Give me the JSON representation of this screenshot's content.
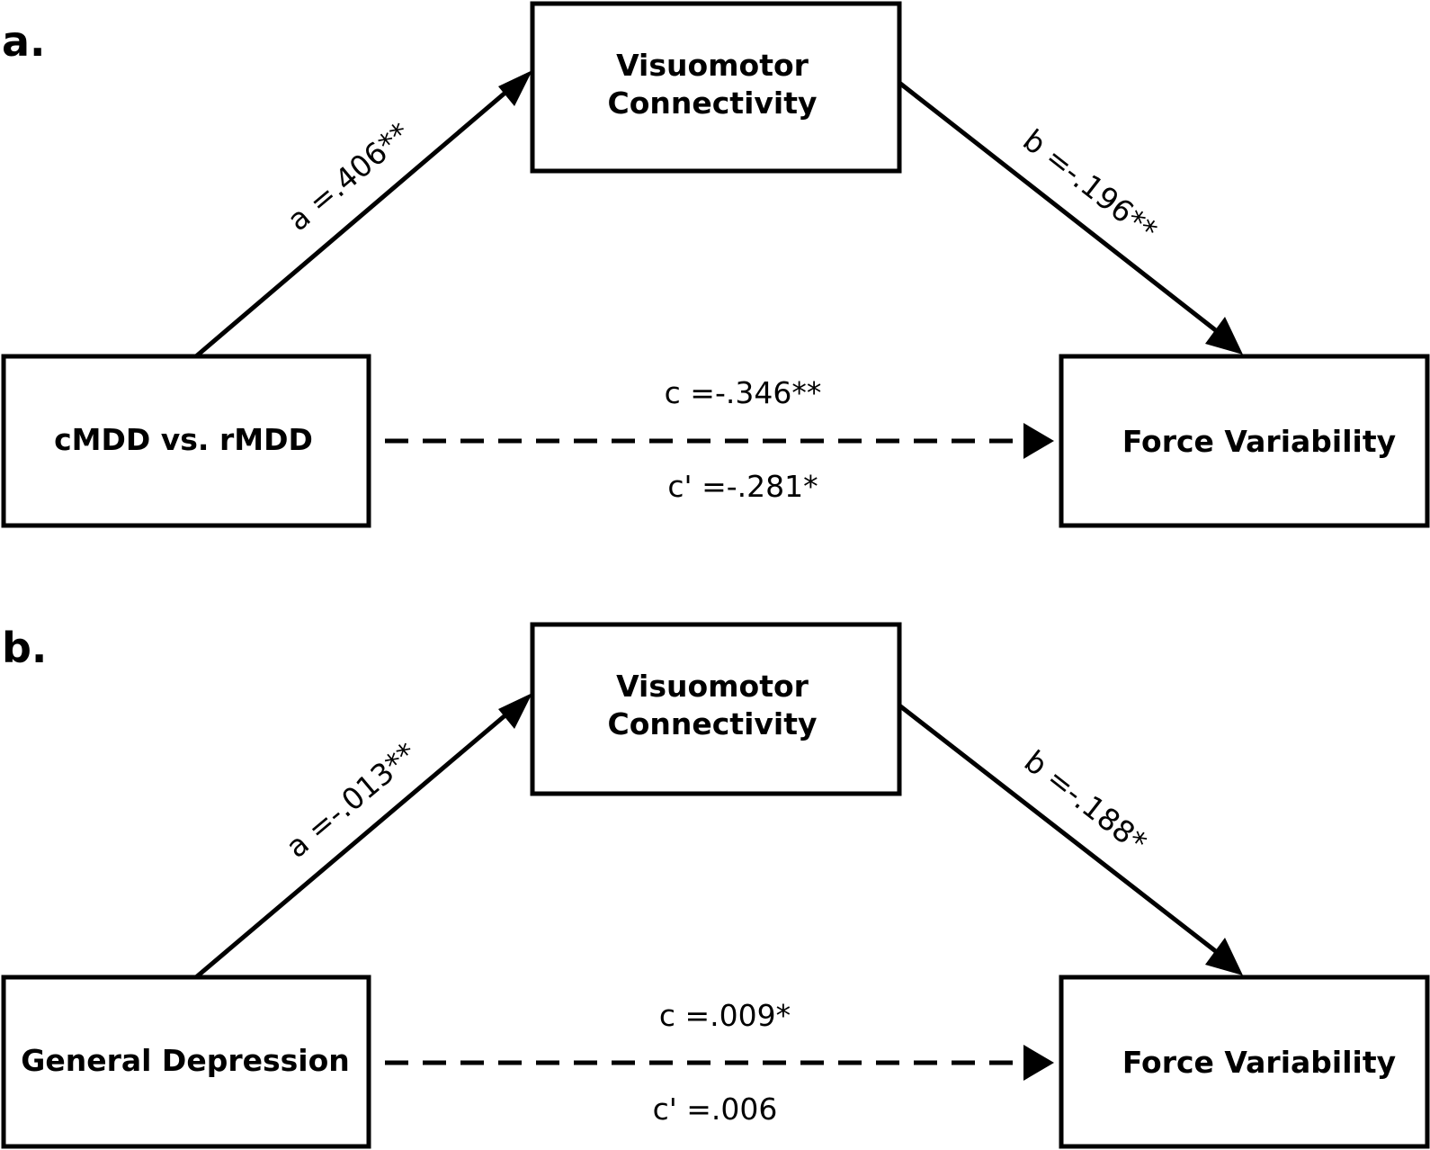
{
  "panels": [
    {
      "label": "a.",
      "nodes": {
        "mediator": [
          "Visuomotor",
          "Connectivity"
        ],
        "predictor": "cMDD vs. rMDD",
        "outcome": "Force Variability"
      },
      "paths": {
        "a": "a =.406**",
        "b": "b =-.196**",
        "c": "c =-.346**",
        "c_prime": "c' =-.281*"
      }
    },
    {
      "label": "b.",
      "nodes": {
        "mediator": [
          "Visuomotor",
          "Connectivity"
        ],
        "predictor": "General Depression",
        "outcome": "Force Variability"
      },
      "paths": {
        "a": "a =-.013**",
        "b": "b =-.188*",
        "c": "c =.009*",
        "c_prime": "c' =.006"
      }
    }
  ]
}
